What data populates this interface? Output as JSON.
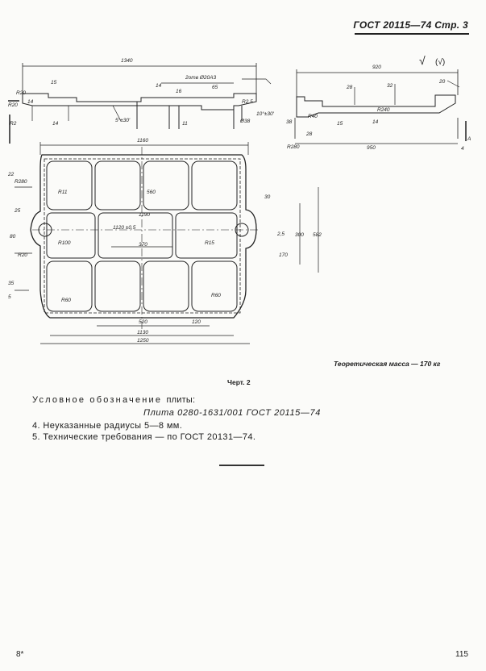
{
  "header": {
    "standard": "ГОСТ 20115—74",
    "page": "Стр. 3"
  },
  "drawing": {
    "roughness": [
      "√",
      "(√)"
    ],
    "section_dims": [
      "1340",
      "920",
      "15",
      "14",
      "2отв Ø20A3",
      "16",
      "65",
      "10°±30′",
      "5°±30′",
      "14",
      "11",
      "Ø38",
      "20",
      "28",
      "32",
      "R40",
      "38",
      "R20",
      "R240",
      "15",
      "14",
      "28",
      "950",
      "R280",
      "R2",
      "R2,5",
      "4",
      "A",
      "14",
      "R20"
    ],
    "plan_dims": [
      "1160",
      "R280",
      "22",
      "R11",
      "560",
      "1190",
      "25",
      "1120 ±0,5",
      "80",
      "R100",
      "370",
      "R15",
      "30",
      "300",
      "582",
      "R20",
      "170",
      "2,5",
      "35",
      "5",
      "R60",
      "R60",
      "520",
      "120",
      "1130",
      "1250"
    ]
  },
  "mass_note": "Теоретическая масса — 170 кг",
  "figure_caption": "Черт. 2",
  "designation_label": "Условное обозначение",
  "designation_word": "плиты:",
  "designation_code": "Плита 0280-1631/001 ГОСТ 20115—74",
  "notes": [
    "4. Неуказанные радиусы 5—8 мм.",
    "5. Технические требования — по ГОСТ 20131—74."
  ],
  "page_left": "8*",
  "page_right": "115"
}
